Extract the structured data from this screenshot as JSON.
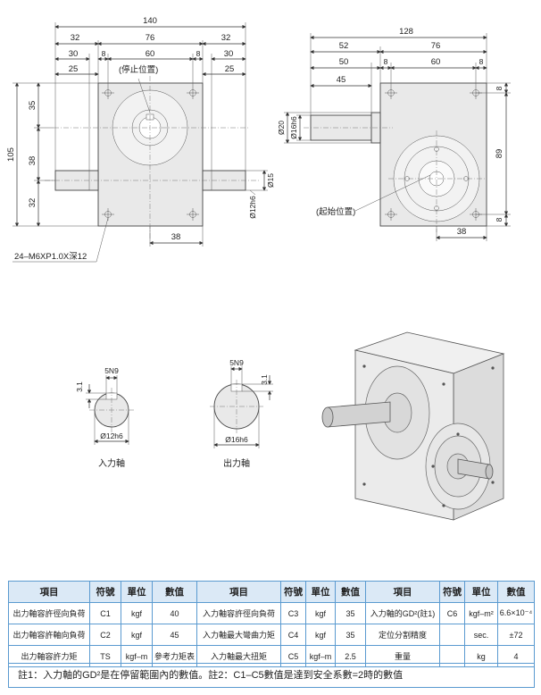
{
  "drawing": {
    "front": {
      "dims": {
        "total_width": "140",
        "left_32": "32",
        "mid_76": "76",
        "right_32": "32",
        "left_30": "30",
        "left_8": "8",
        "mid_60": "60",
        "right_8": "8",
        "right_30": "30",
        "left_25": "25",
        "right_25": "25",
        "height_105": "105",
        "h_35": "35",
        "h_38": "38",
        "h_32": "32",
        "bottom_38": "38",
        "shaft_dia_15": "Ø15",
        "shaft_dia_12h6": "Ø12h6"
      },
      "stop_label": "(停止位置)",
      "tap_note": "24–M6XP1.0X深12"
    },
    "side": {
      "dims": {
        "total_128": "128",
        "d52": "52",
        "d76": "76",
        "d50": "50",
        "d8a": "8",
        "d60": "60",
        "d8b": "8",
        "d45": "45",
        "dia20": "Ø20",
        "dia16h6": "Ø16h6",
        "right_8_top": "8",
        "right_89": "89",
        "right_8_bottom": "8",
        "bottom_38": "38"
      },
      "start_label": "(起始位置)"
    },
    "keys": {
      "input": {
        "key_width": "5N9",
        "depth": "3.1",
        "dia": "Ø12h6",
        "caption": "入力軸"
      },
      "output": {
        "key_width": "5N9",
        "depth": "3.1",
        "dia": "Ø16h6",
        "caption": "出力軸"
      }
    }
  },
  "table": {
    "headers": [
      "項目",
      "符號",
      "單位",
      "數值",
      "項目",
      "符號",
      "單位",
      "數值",
      "項目",
      "符號",
      "單位",
      "數值"
    ],
    "rows": [
      [
        "出力軸容許徑向負荷",
        "C1",
        "kgf",
        "40",
        "入力軸容許徑向負荷",
        "C3",
        "kgf",
        "35",
        "入力軸的GD²(註1)",
        "C6",
        "kgf–m²",
        "6.6×10⁻⁴"
      ],
      [
        "出力軸容許軸向負荷",
        "C2",
        "kgf",
        "45",
        "入力軸最大彎曲力矩",
        "C4",
        "kgf",
        "35",
        "定位分割精度",
        "",
        "sec.",
        "±72"
      ],
      [
        "出力軸容許力矩",
        "TS",
        "kgf–m",
        "參考力矩表",
        "入力軸最大扭矩",
        "C5",
        "kgf–m",
        "2.5",
        "重量",
        "",
        "kg",
        "4"
      ]
    ],
    "note": "註1：入力軸的GD²是在停留範圍內的數值。註2：C1–C5數值是達到安全系數=2時的數值"
  }
}
